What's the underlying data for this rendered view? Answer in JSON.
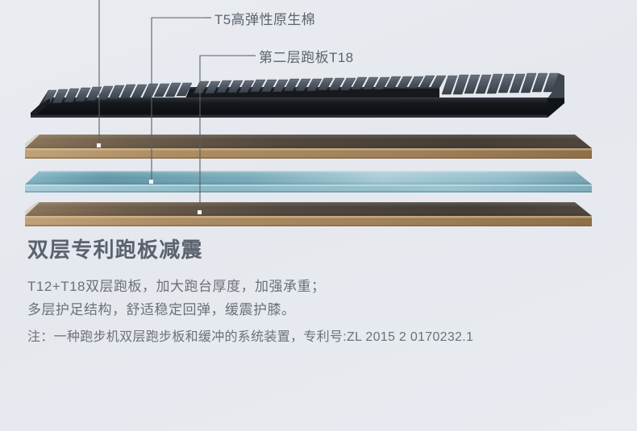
{
  "background": {
    "color": "#e7eaef"
  },
  "diagram": {
    "name": "treadmill-deck-exploded-view",
    "layers": [
      {
        "id": "running-belt",
        "label": "running-belt-slatted",
        "color_top": "#3d444e",
        "color_side": "#15181c",
        "slat_color": "#525a66"
      },
      {
        "id": "second-board-t18",
        "label": "第二层跑板T18",
        "color": "#1b1d21"
      },
      {
        "id": "board-upper",
        "label": "upper-wood-board",
        "color_top": "#4a4038",
        "color_edge": "#a68458"
      },
      {
        "id": "cushion-t5",
        "label": "T5高弹性原生棉",
        "color_top": "#5d98a8",
        "color_edge": "#9dc6d2"
      },
      {
        "id": "board-lower",
        "label": "lower-wood-board",
        "color_top": "#4a4038",
        "color_edge": "#a68458"
      }
    ],
    "leader_line_color": "#5a6069",
    "marker_color": "#ffffff"
  },
  "callouts": [
    {
      "id": "callout-top",
      "text": ""
    },
    {
      "id": "callout-t5",
      "text": "T5高弹性原生棉"
    },
    {
      "id": "callout-t18",
      "text": "第二层跑板T18"
    }
  ],
  "content": {
    "title": "双层专利跑板减震",
    "line1": "T12+T18双层跑板，加大跑台厚度，加强承重；",
    "line2": "多层护足结构，舒适稳定回弹，缓震护膝。",
    "note": "注：一种跑步机双层跑步板和缓冲的系统装置，专利号:ZL 2015 2 0170232.1"
  },
  "colors": {
    "title_text": "#5a626d",
    "body_text": "#6a717c",
    "callout_text": "#5c6470",
    "background": "#e7eaef"
  }
}
